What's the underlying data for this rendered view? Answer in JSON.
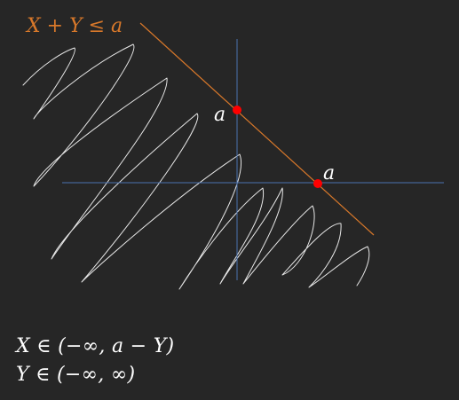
{
  "diagram": {
    "constraint_label": "X + Y ≤ a",
    "y_intercept_label": "a",
    "x_intercept_label": "a"
  },
  "captions": {
    "x_domain": "X ∈ (−∞, a − Y)",
    "y_domain": "Y ∈ (−∞, ∞)"
  },
  "colors": {
    "background": "#262626",
    "axis": "#4a72b0",
    "constraint_line": "#d8782a",
    "constraint_text": "#d8782a",
    "intercept_point": "#ff0000",
    "scribble": "#e8e8e8",
    "text": "#ffffff"
  }
}
